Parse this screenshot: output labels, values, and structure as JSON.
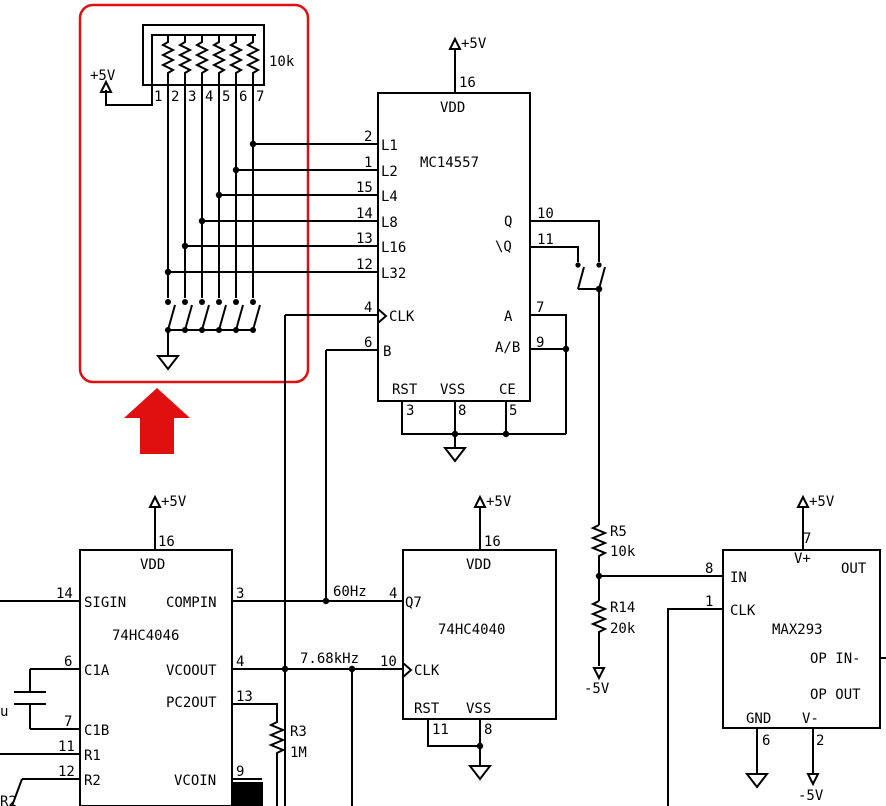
{
  "labels": {
    "plus5v": "+5V",
    "minus5v": "-5V",
    "res_value": "10k",
    "vdd": "VDD",
    "vss": "VSS",
    "gnd": "GND",
    "freq_60hz": "60Hz",
    "freq_768": "7.68kHz"
  },
  "resistor_pack": {
    "pins": [
      "1",
      "2",
      "3",
      "4",
      "5",
      "6",
      "7"
    ]
  },
  "mc14557": {
    "name": "MC14557",
    "pin16": "16",
    "inputs": [
      {
        "pin": "2",
        "label": "L1"
      },
      {
        "pin": "1",
        "label": "L2"
      },
      {
        "pin": "15",
        "label": "L4"
      },
      {
        "pin": "14",
        "label": "L8"
      },
      {
        "pin": "13",
        "label": "L16"
      },
      {
        "pin": "12",
        "label": "L32"
      }
    ],
    "clk_pin": "4",
    "clk_label": "CLK",
    "b_pin": "6",
    "b_label": "B",
    "q_pin": "10",
    "q_label": "Q",
    "nq_pin": "11",
    "nq_label": "\\Q",
    "a_pin": "7",
    "a_label": "A",
    "ab_pin": "9",
    "ab_label": "A/B",
    "rst_label": "RST",
    "ce_label": "CE",
    "pin3": "3",
    "pin8": "8",
    "pin5": "5"
  },
  "hc4046": {
    "name": "74HC4046",
    "pin16": "16",
    "left_pins": [
      {
        "pin": "14",
        "label": "SIGIN"
      },
      {
        "pin": "6",
        "label": "C1A"
      },
      {
        "pin": "7",
        "label": "C1B"
      },
      {
        "pin": "11",
        "label": "R1"
      },
      {
        "pin": "12",
        "label": "R2"
      }
    ],
    "right_pins": [
      {
        "pin": "3",
        "label": "COMPIN"
      },
      {
        "pin": "4",
        "label": "VCOOUT"
      },
      {
        "pin": "13",
        "label": "PC2OUT"
      },
      {
        "pin": "9",
        "label": "VCOIN"
      }
    ],
    "cap_label_fragment": "u",
    "r2_fragment": "R2"
  },
  "hc4040": {
    "name": "74HC4040",
    "pin16": "16",
    "q7_pin": "4",
    "q7_label": "Q7",
    "clk_pin": "10",
    "clk_label": "CLK",
    "rst_label": "RST",
    "pin11": "11",
    "pin8": "8"
  },
  "r3": {
    "name": "R3",
    "value": "1M"
  },
  "r5": {
    "name": "R5",
    "value": "10k"
  },
  "r14": {
    "name": "R14",
    "value": "20k"
  },
  "max293": {
    "name": "MAX293",
    "in_pin": "8",
    "in_label": "IN",
    "clk_pin": "1",
    "clk_label": "CLK",
    "vplus_pin": "7",
    "vplus_label": "V+",
    "out_label": "OUT",
    "op_in_label": "OP IN-",
    "op_out_label": "OP OUT",
    "gnd_pin": "6",
    "vminus_pin": "2",
    "vminus_label": "V-"
  },
  "highlight_color": "#e01010"
}
